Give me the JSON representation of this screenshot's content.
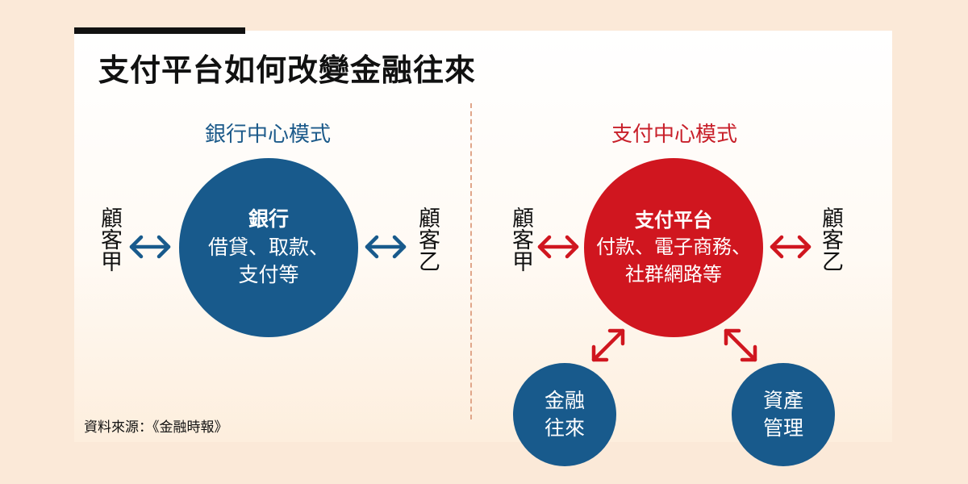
{
  "title": "支付平台如何改變金融往來",
  "colors": {
    "blue": "#185a8c",
    "red": "#d0161f",
    "dark_text": "#111111",
    "background": "#fbe9d8"
  },
  "left_model": {
    "title": "銀行中心模式",
    "center": {
      "heading": "銀行",
      "line1": "借貸、取款、",
      "line2": "支付等"
    },
    "customer_a": "顧客甲",
    "customer_b": "顧客乙"
  },
  "right_model": {
    "title": "支付中心模式",
    "center": {
      "heading": "支付平台",
      "line1": "付款、電子商務、",
      "line2": "社群網路等"
    },
    "customer_a": "顧客甲",
    "customer_b": "顧客乙",
    "finance": {
      "line1": "金融",
      "line2": "往來"
    },
    "asset": {
      "line1": "資產",
      "line2": "管理"
    }
  },
  "source": "資料來源：《金融時報》"
}
